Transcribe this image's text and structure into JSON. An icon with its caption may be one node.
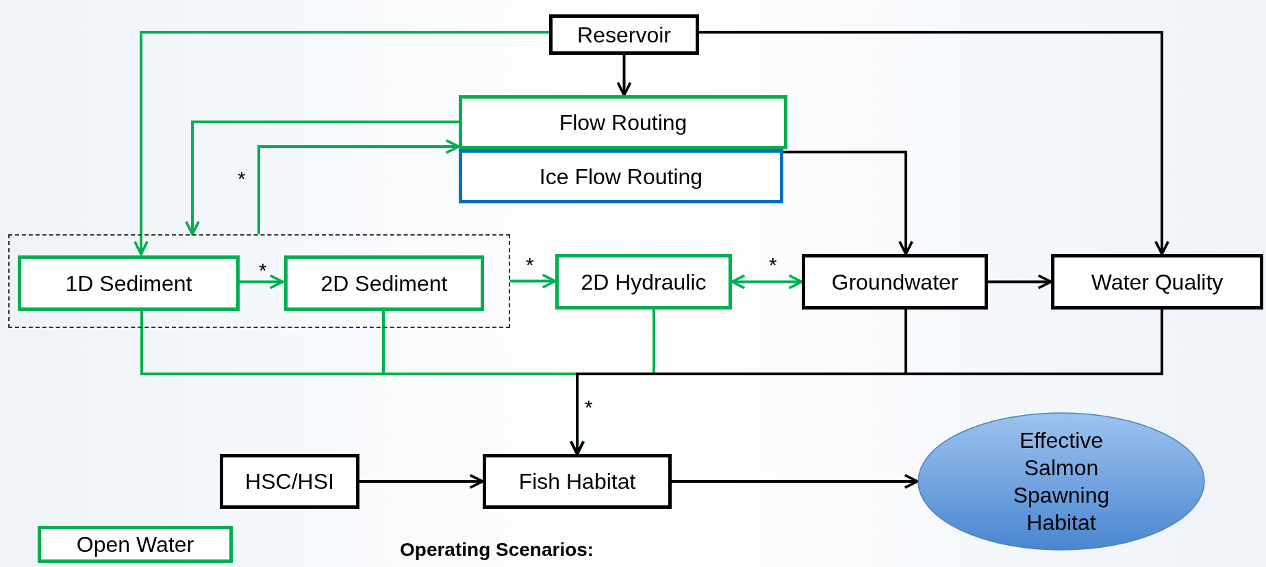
{
  "diagram": {
    "nodes": [
      {
        "text": [
          "Reservoir"
        ]
      },
      {
        "text": [
          "Flow Routing"
        ]
      },
      {
        "text": [
          "Ice Flow Routing"
        ]
      },
      {
        "text": [],
        "shape": "box"
      },
      {
        "text": [
          "1D Sediment"
        ],
        "in": 3
      },
      {
        "text": [
          "2D Sediment"
        ],
        "in": 3
      },
      {
        "text": [
          "2D Hydraulic"
        ]
      },
      {
        "text": [
          "Groundwater"
        ]
      },
      {
        "text": [
          "Water Quality"
        ]
      },
      {
        "text": [
          "HSC/HSI"
        ]
      },
      {
        "text": [
          "Fish Habitat"
        ]
      },
      {
        "text": [
          "Effective Salmon Spawning Habitat"
        ]
      },
      {
        "text": [
          "Open Water"
        ]
      }
    ],
    "edges": [
      {
        "from": 0,
        "to": 4,
        "arrow": "to",
        "color": "#00b050"
      },
      {
        "from": 0,
        "to": 1,
        "arrow": "to",
        "color": "#000000"
      },
      {
        "from": 0,
        "to": 8,
        "arrow": "to",
        "color": "#000000"
      },
      {
        "from": 1,
        "to": 3,
        "arrow": "to",
        "color": "#00b050"
      },
      {
        "from": 3,
        "to": 1,
        "arrow": "to",
        "label": "*",
        "color": "#00b050"
      },
      {
        "from": 2,
        "to": 7,
        "arrow": "to",
        "color": "#000000"
      },
      {
        "from": 4,
        "to": 5,
        "arrow": "to",
        "label": "*",
        "color": "#00b050"
      },
      {
        "from": 3,
        "to": 6,
        "arrow": "to",
        "label": "*",
        "color": "#00b050"
      },
      {
        "from": 6,
        "to": 7,
        "arrow": "both",
        "label": "*",
        "color": "#00b050"
      },
      {
        "from": 7,
        "to": 8,
        "arrow": "to",
        "color": "#000000"
      },
      {
        "from": 4,
        "to": 10,
        "arrow": "to",
        "color": "#00b050"
      },
      {
        "from": 5,
        "to": 10,
        "arrow": "to",
        "color": "#00b050"
      },
      {
        "from": 6,
        "to": 10,
        "arrow": "to",
        "color": "#00b050"
      },
      {
        "from": 7,
        "to": 10,
        "arrow": "to",
        "label": "*",
        "color": "#000000"
      },
      {
        "from": 8,
        "to": 10,
        "arrow": "to",
        "color": "#000000"
      },
      {
        "from": 9,
        "to": 10,
        "arrow": "to",
        "color": "#000000"
      },
      {
        "from": 10,
        "to": 11,
        "arrow": "to",
        "color": "#000000"
      }
    ],
    "labels": [
      "Operating Scenarios:"
    ]
  }
}
